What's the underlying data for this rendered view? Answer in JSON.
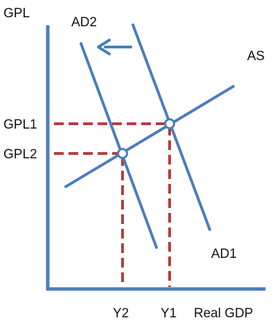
{
  "diagram": {
    "axis_labels": {
      "y": "GPL",
      "x": "Real GDP"
    },
    "curves": {
      "ad1": "AD1",
      "ad2": "AD2",
      "as": "AS"
    },
    "price_levels": {
      "gpl1": "GPL1",
      "gpl2": "GPL2"
    },
    "outputs": {
      "y1": "Y1",
      "y2": "Y2"
    },
    "shift_arrow": "leftward shift from AD1 to AD2"
  },
  "colors": {
    "axis": "#4a7ebb",
    "curve": "#4a7ebb",
    "guide": "#b83c3c",
    "point_fill": "#ffffff",
    "text": "#111111"
  }
}
